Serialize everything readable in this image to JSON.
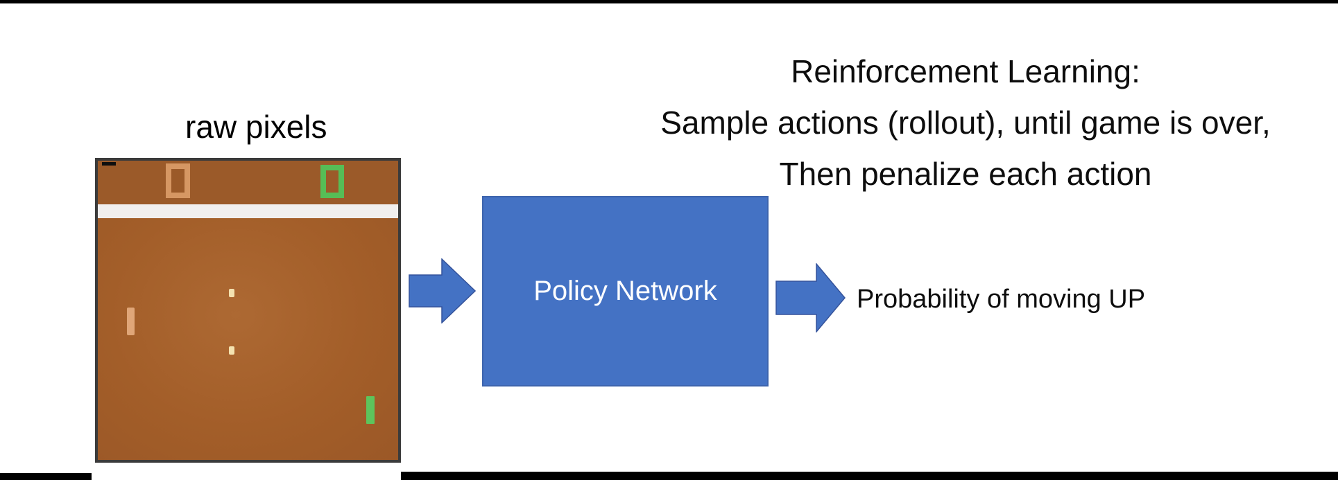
{
  "title": {
    "lines": [
      "Reinforcement Learning:",
      "Sample actions (rollout), until game is over,",
      "Then penalize each action"
    ]
  },
  "game": {
    "label": "raw pixels",
    "left_score": "0",
    "right_score": "0",
    "colors": {
      "field_brown": "#a35e29",
      "top_band_brown": "#9b5a29",
      "center_band_white": "#f1efee",
      "left_score_orange": "#d69763",
      "right_score_green": "#56bd56",
      "left_paddle_tan": "#e0a678",
      "right_paddle_green": "#5dc45c",
      "ball_cream": "#f4e2b0",
      "frame_border": "#3b3b3b"
    }
  },
  "pipeline": {
    "box_label": "Policy Network",
    "output_label": "Probability of moving UP",
    "arrow_color": "#4472c4",
    "box_fill": "#4472c4",
    "box_text_color": "#ffffff"
  }
}
